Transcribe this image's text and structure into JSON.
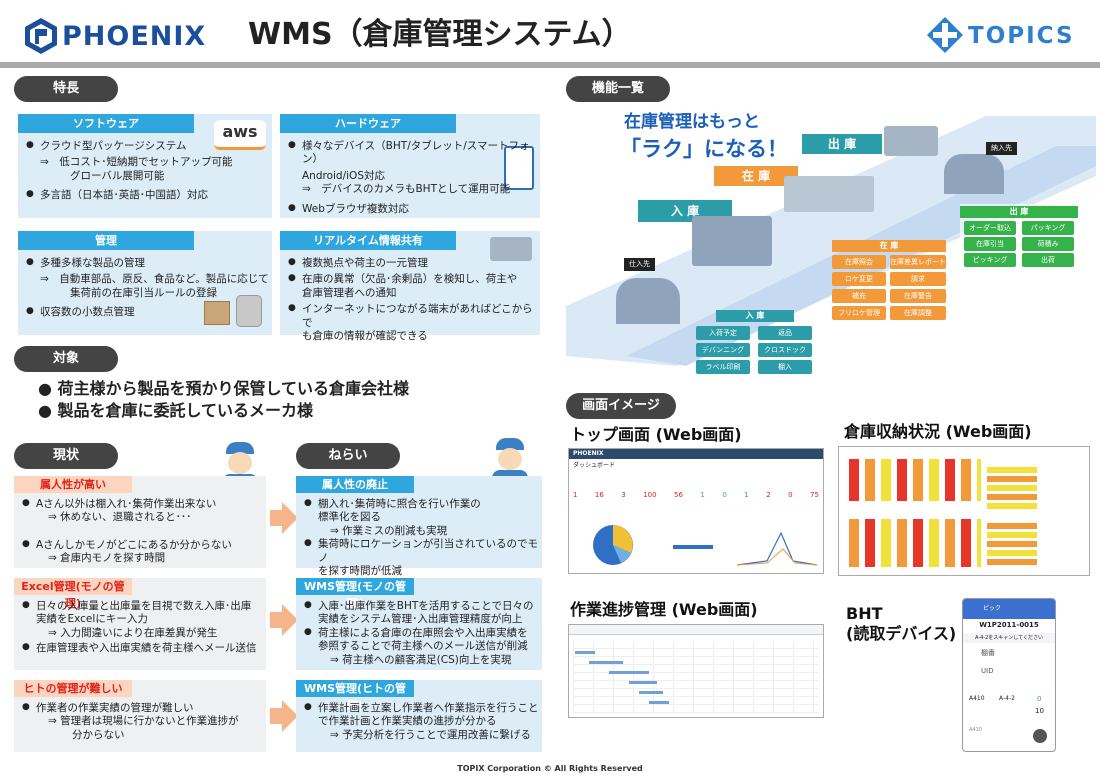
{
  "header": {
    "logo_left": "PHOENIX",
    "title": "WMS（倉庫管理システム）",
    "logo_right": "TOPICS"
  },
  "features": {
    "label": "特長",
    "software": {
      "title": "ソフトウェア",
      "badge": "aws",
      "items": [
        "クラウド型パッケージシステム",
        "多言語（日本語･英語･中国語）対応"
      ],
      "subs": [
        "⇒　低コスト･短納期でセットアップ可能",
        "グローバル展開可能"
      ]
    },
    "hardware": {
      "title": "ハードウェア",
      "items": [
        "様々なデバイス（BHT/タブレット/スマートフォン）",
        "Webブラウザ複数対応"
      ],
      "subs": [
        "Android/iOS対応",
        "⇒　デバイスのカメラもBHTとして運用可能"
      ]
    },
    "management": {
      "title": "管理",
      "items": [
        "多種多様な製品の管理",
        "収容数の小数点管理"
      ],
      "subs": [
        "⇒　自動車部品、原反、食品など。製品に応じて",
        "集荷前の在庫引当ルールの登録"
      ]
    },
    "realtime": {
      "title": "リアルタイム情報共有",
      "items": [
        "複数拠点や荷主の一元管理",
        "在庫の異常（欠品･余剰品）を検知し、荷主や",
        "インターネットにつながる端末があればどこからで"
      ],
      "subs": [
        "倉庫管理者への通知",
        "も倉庫の情報が確認できる"
      ]
    }
  },
  "target": {
    "label": "対象",
    "items": [
      "荷主様から製品を預かり保管している倉庫会社様",
      "製品を倉庫に委託しているメーカ様"
    ]
  },
  "current": {
    "label": "現状",
    "b1": {
      "title": "属人性が高い",
      "l1": "Aさん以外は棚入れ･集荷作業出来ない",
      "l2": "⇒ 休めない、退職されると･･･",
      "l3": "Aさんしかモノがどこにあるか分からない",
      "l4": "⇒ 倉庫内モノを探す時間"
    },
    "b2": {
      "title": "Excel管理(モノの管理)",
      "l1": "日々の入庫量と出庫量を目視で数え入庫･出庫",
      "l2": "実績をExcelにキー入力",
      "l3": "⇒ 入力間違いにより在庫差異が発生",
      "l4": "在庫管理表や入出庫実績を荷主様へメール送信"
    },
    "b3": {
      "title": "ヒトの管理が難しい",
      "l1": "作業者の作業実績の管理が難しい",
      "l2": "⇒ 管理者は現場に行かないと作業進捗が",
      "l3": "分からない"
    }
  },
  "aim": {
    "label": "ねらい",
    "b1": {
      "title": "属人性の廃止",
      "l1": "棚入れ･集荷時に照合を行い作業の",
      "l2": "標準化を図る",
      "l3": "⇒ 作業ミスの削減も実現",
      "l4": "集荷時にロケーションが引当されているのでモノ",
      "l5": "を探す時間が低減"
    },
    "b2": {
      "title": "WMS管理(モノの管理)",
      "l1": "入庫･出庫作業をBHTを活用することで日々の",
      "l2": "実績をシステム管理･入出庫管理精度が向上",
      "l3": "荷主様による倉庫の在庫照会や入出庫実績を",
      "l4": "参照することで荷主様へのメール送信が削減",
      "l5": "⇒ 荷主様への顧客満足(CS)向上を実現"
    },
    "b3": {
      "title": "WMS管理(ヒトの管理)",
      "l1": "作業計画を立案し作業者へ作業指示を行うこと",
      "l2": "で作業計画と作業実績の進捗が分かる",
      "l3": "⇒ 予実分析を行うことで運用改善に繋げる"
    }
  },
  "functions": {
    "label": "機能一覧",
    "catch1": "在庫管理はもっと",
    "catch2": "「ラク」になる！",
    "flow": [
      "入 庫",
      "在 庫",
      "出 庫"
    ],
    "supplier": "仕入先",
    "delivery": "納入先",
    "out": {
      "title": "出 庫",
      "items": [
        "オーダー取込",
        "パッキング",
        "在庫引当",
        "荷積み",
        "ピッキング",
        "出荷"
      ]
    },
    "stock": {
      "title": "在 庫",
      "items": [
        "在庫照会",
        "在庫差異レポート",
        "ロケ変更",
        "請求",
        "補充",
        "在庫警告",
        "フリロケ管理",
        "在庫調整"
      ]
    },
    "in": {
      "title": "入 庫",
      "items": [
        "入荷予定",
        "返品",
        "デバンニング",
        "クロスドック",
        "ラベル印刷",
        "棚入"
      ]
    }
  },
  "screens": {
    "label": "画面イメージ",
    "top": "トップ画面 (Web画面)",
    "storage": "倉庫収納状況 (Web画面)",
    "progress": "作業進捗管理 (Web画面)",
    "bht1": "BHT",
    "bht2": "(読取デバイス)",
    "mini_logo": "PHOENIX",
    "dash": "ダッシュボード",
    "dash_nums": [
      "1",
      "16",
      "3",
      "100",
      "56",
      "1",
      "0",
      "1",
      "2",
      "0",
      "75"
    ],
    "bht_code": "W1P2011-0015",
    "bht_head": "ピック",
    "bht_msg": "A-4-2をスキャンしてください",
    "bht_f1": "棚番",
    "bht_f2": "UID",
    "bht_loc1": "A410",
    "bht_loc2": "A-4-2",
    "bht_v1": "0",
    "bht_v2": "10",
    "bht_foot": "A410"
  },
  "footer": "TOPIX Corporation © All Rights Reserved",
  "colors": {
    "accent": "#2fa7de",
    "orange": "#f29a3a",
    "green": "#35b24a",
    "teal": "#2b9ca8"
  }
}
